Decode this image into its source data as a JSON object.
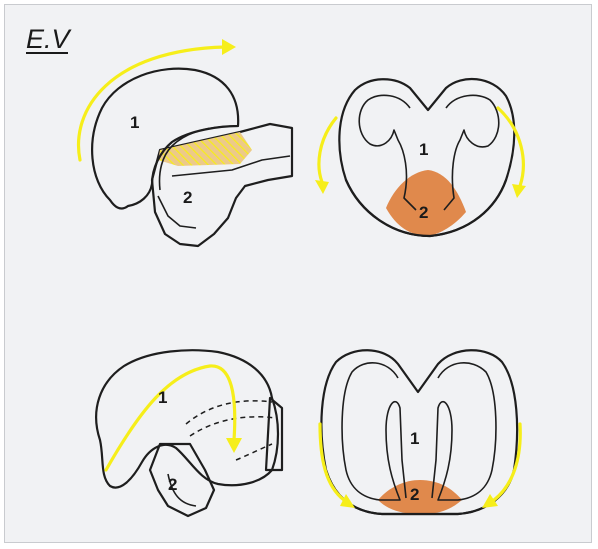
{
  "title": "E.V",
  "colors": {
    "background": "#f1f2f4",
    "region_1": "#d8ea6a",
    "region_2": "#e0894c",
    "outline": "#1e1e1e",
    "arrow": "#f6ee1a"
  },
  "panels": [
    {
      "id": "top-left",
      "label_1": "1",
      "label_2": "2"
    },
    {
      "id": "top-right",
      "label_1": "1",
      "label_2": "2"
    },
    {
      "id": "bottom-left",
      "label_1": "1",
      "label_2": "2"
    },
    {
      "id": "bottom-right",
      "label_1": "1",
      "label_2": "2"
    }
  ]
}
